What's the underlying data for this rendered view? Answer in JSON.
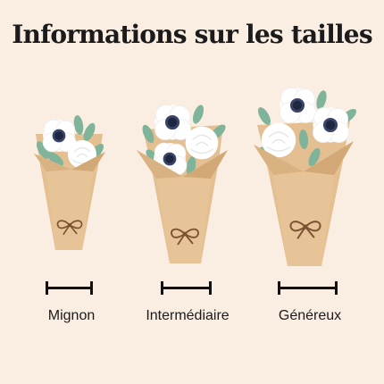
{
  "page": {
    "title": "Informations sur les tailles"
  },
  "sizes": [
    {
      "label": "Mignon"
    },
    {
      "label": "Intermédiaire"
    },
    {
      "label": "Généreux"
    }
  ],
  "colors": {
    "background": "#faeee3",
    "paper": "#e4bf91",
    "paper_shadow": "#d2a876",
    "leaf": "#7fb39a",
    "petal": "#ffffff",
    "flower_center": "#27314f",
    "twine": "#7a5232",
    "text": "#1b1b1b"
  }
}
